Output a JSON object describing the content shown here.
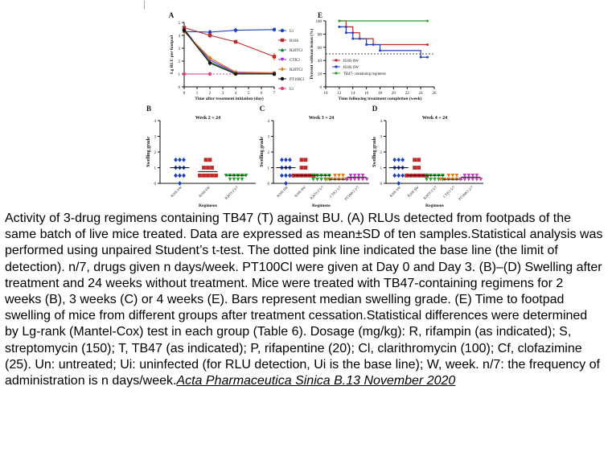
{
  "figure": {
    "page_mark": "|",
    "caption": {
      "text": "Activity of 3-drug regimens containing TB47 (T) against BU. (A) RLUs detected from footpads of the same batch of live mice treated. Data are expressed as mean±SD of ten samples.Statistical analysis was performed using unpaired Student’s t-test. The dotted pink line indicated the base line (the limit of detection). n/7, drugs given n days/week. PT100Cl were given at Day 0 and Day 3. (B)–(D) Swelling after treatment and 24 weeks without treatment. Mice were treated with TB47-containing regimens for 2 weeks (B), 3 weeks (C) or 4 weeks (E). Bars represent median swelling grade. (E) Time to footpad swelling of mice from different groups after treatment cessation.Statistical differences were determined by Lg-rank (Mantel-Cox) test in each group (Table 6). Dosage (mg/kg): R, rifampin (as indicated); S, streptomycin (150); T, TB47 (as indicated); P, rifapentine (20); Cl, clarithromycin (100); Cf, clofazimine (25). Un: untreated; Ui: uninfected (for RLU detection, Ui is the base line); W, week. n/7: the frequency of administration is n days/week.",
      "source": "Acta Pharmaceutica Sinica B.13 November 2020"
    }
  },
  "chart_data": [
    {
      "panel": "A",
      "type": "line",
      "xlabel": "Time after treatment initiation (day)",
      "ylabel": "Lg RLU per footpad",
      "x": [
        0,
        1,
        2,
        3,
        4,
        5,
        6,
        7
      ],
      "xlim": [
        0,
        7
      ],
      "ylim": [
        0,
        5
      ],
      "yticks": [
        0,
        1,
        2,
        3,
        4,
        5
      ],
      "baseline": 1.0,
      "series": [
        {
          "name": "Ui",
          "color": "#1f3fbf",
          "marker": "circle",
          "x": [
            0,
            2,
            4,
            7
          ],
          "values": [
            4.3,
            4.25,
            4.4,
            4.45
          ],
          "err": [
            0.3,
            0.2,
            0.2,
            0.15
          ]
        },
        {
          "name": "R10S",
          "color": "#c0282a",
          "marker": "square",
          "x": [
            0,
            2,
            4,
            7
          ],
          "values": [
            4.6,
            4.0,
            3.5,
            2.35
          ],
          "err": [
            0.2,
            0.2,
            0.15,
            0.3
          ]
        },
        {
          "name": "R20TCl",
          "color": "#1e7b3a",
          "marker": "triangle",
          "x": [
            0,
            2,
            4,
            7
          ],
          "values": [
            4.5,
            1.95,
            1.05,
            1.0
          ],
          "err": [
            0.25,
            0.2,
            0.1,
            0.05
          ]
        },
        {
          "name": "CTfCl",
          "color": "#8a2be2",
          "marker": "triangle-down",
          "x": [
            0,
            2,
            4,
            7
          ],
          "values": [
            4.4,
            2.1,
            1.1,
            1.05
          ],
          "err": [
            0.2,
            0.25,
            0.1,
            0.05
          ]
        },
        {
          "name": "R20TCl",
          "color": "#e07b1a",
          "marker": "diamond",
          "x": [
            0,
            2,
            4,
            7
          ],
          "values": [
            4.3,
            2.25,
            1.15,
            1.1
          ],
          "err": [
            0.2,
            0.2,
            0.1,
            0.05
          ]
        },
        {
          "name": "PT100Cl",
          "color": "#111111",
          "marker": "circle",
          "x": [
            0,
            2,
            4,
            7
          ],
          "values": [
            4.4,
            1.85,
            1.0,
            1.0
          ],
          "err": [
            0.2,
            0.2,
            0.05,
            0.05
          ]
        },
        {
          "name": "Ui",
          "color": "#e0407a",
          "marker": "circle",
          "x": [
            0,
            2
          ],
          "values": [
            1.0,
            1.0
          ],
          "err": [
            0,
            0
          ]
        }
      ]
    },
    {
      "panel": "E",
      "type": "line",
      "xlabel": "Time following treatment completion (week)",
      "ylabel": "Percent without lesion (%)",
      "xticks": [
        10,
        12,
        14,
        16,
        18,
        20,
        22,
        24,
        26
      ],
      "xlim": [
        10,
        26
      ],
      "ylim": [
        0,
        100
      ],
      "yticks": [
        0,
        20,
        40,
        60,
        80,
        100
      ],
      "reference_y": 50,
      "series": [
        {
          "name": "R10S 8W",
          "color": "#c0282a",
          "steps": [
            [
              12,
              100
            ],
            [
              13,
              91
            ],
            [
              14,
              82
            ],
            [
              15,
              73
            ],
            [
              17,
              64
            ],
            [
              25,
              64
            ]
          ]
        },
        {
          "name": "R10S 6W",
          "color": "#1f3fbf",
          "steps": [
            [
              12,
              91
            ],
            [
              13,
              82
            ],
            [
              14,
              73
            ],
            [
              16,
              64
            ],
            [
              18,
              55
            ],
            [
              24,
              45
            ],
            [
              25,
              45
            ]
          ]
        },
        {
          "name": "TB47- containing regimens",
          "color": "#2ca02c",
          "steps": [
            [
              12,
              100
            ],
            [
              25,
              100
            ]
          ]
        }
      ]
    },
    {
      "panel": "B",
      "type": "scatter",
      "title": "Week 2 + 24",
      "xlabel": "Regimens",
      "ylabel": "Swelling grade",
      "ylim": [
        0,
        4
      ],
      "yticks": [
        0,
        1,
        2,
        3,
        4
      ],
      "categories": [
        "R10S 6W",
        "R10S 6W",
        "R20TCf 5/7"
      ],
      "colors": [
        "#1f3fbf",
        "#c0282a",
        "#2ca02c"
      ],
      "markers": [
        "diamond",
        "square",
        "triangle-down"
      ],
      "points": [
        [
          1.5,
          1.5,
          1.5,
          1.0,
          1.0,
          1.0,
          0.5,
          0.5,
          0.5,
          0.0
        ],
        [
          1.5,
          1.5,
          1.0,
          1.0,
          1.0,
          0.5,
          0.5,
          0.5,
          0.5,
          0.5
        ],
        [
          0.5,
          0.5,
          0.5,
          0.5,
          0.5,
          0.5,
          0.25,
          0.25,
          0.25,
          0.25
        ]
      ],
      "medians": [
        1.0,
        0.75,
        0.5
      ]
    },
    {
      "panel": "C",
      "type": "scatter",
      "title": "Week 3 + 24",
      "xlabel": "Regimens",
      "ylabel": "Swelling grade",
      "ylim": [
        0,
        4
      ],
      "yticks": [
        0,
        1,
        2,
        3,
        4
      ],
      "categories": [
        "R10S 6W",
        "R10S 8W",
        "R20TCf 5/7",
        "CTfCl 5/7",
        "PT100Cl 2/7"
      ],
      "colors": [
        "#1f3fbf",
        "#c0282a",
        "#2ca02c",
        "#e07b1a",
        "#c040c0"
      ],
      "markers": [
        "diamond",
        "square",
        "triangle-down",
        "triangle-down",
        "triangle-down"
      ],
      "points": [
        [
          1.5,
          1.5,
          1.5,
          1.0,
          1.0,
          1.0,
          0.5,
          0.5,
          0.5,
          0.0
        ],
        [
          1.5,
          1.5,
          1.0,
          1.0,
          0.5,
          0.5,
          0.5,
          0.5,
          0.5,
          0.5
        ],
        [
          0.5,
          0.5,
          0.5,
          0.5,
          0.5,
          0.25,
          0.25,
          0.25,
          0.25,
          0.25
        ],
        [
          0.5,
          0.5,
          0.5,
          0.25,
          0.25,
          0.25,
          0.25,
          0.25,
          0.25,
          0.25
        ],
        [
          0.5,
          0.5,
          0.5,
          0.5,
          0.25,
          0.25,
          0.25,
          0.25,
          0.25,
          0.25
        ]
      ],
      "medians": [
        1.0,
        0.5,
        0.5,
        0.25,
        0.4
      ]
    },
    {
      "panel": "D",
      "type": "scatter",
      "title": "Week 4 + 24",
      "xlabel": "Regimens",
      "ylabel": "Swelling grade",
      "ylim": [
        0,
        4
      ],
      "yticks": [
        0,
        1,
        2,
        3,
        4
      ],
      "categories": [
        "R10S 6W",
        "R10S 8W",
        "R20TCf 5/7",
        "CTfCl 5/7",
        "PT100Cl 2/7"
      ],
      "colors": [
        "#1f3fbf",
        "#c0282a",
        "#2ca02c",
        "#e07b1a",
        "#c040c0"
      ],
      "markers": [
        "diamond",
        "square",
        "triangle-down",
        "triangle-down",
        "triangle-down"
      ],
      "points": [
        [
          1.5,
          1.5,
          1.5,
          1.0,
          1.0,
          1.0,
          0.5,
          0.5,
          0.5,
          0.0
        ],
        [
          1.5,
          1.5,
          1.0,
          1.0,
          0.5,
          0.5,
          0.5,
          0.5,
          0.5,
          0.5
        ],
        [
          0.5,
          0.5,
          0.5,
          0.5,
          0.5,
          0.25,
          0.25,
          0.25,
          0.25,
          0.25
        ],
        [
          0.5,
          0.5,
          0.5,
          0.25,
          0.25,
          0.25,
          0.25,
          0.25,
          0.25,
          0.25
        ],
        [
          0.5,
          0.5,
          0.5,
          0.5,
          0.25,
          0.25,
          0.25,
          0.25,
          0.25,
          0.25
        ]
      ],
      "medians": [
        1.0,
        0.5,
        0.5,
        0.25,
        0.4
      ]
    }
  ]
}
